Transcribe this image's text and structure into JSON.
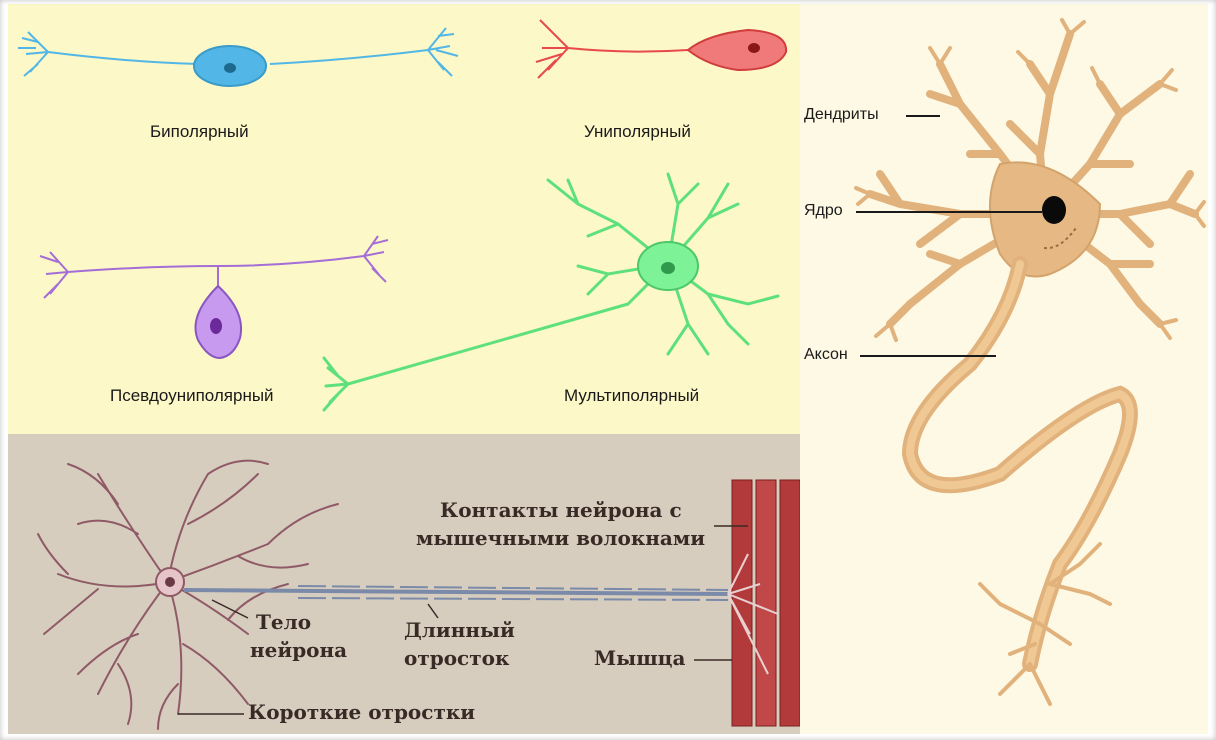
{
  "neuron_types": {
    "bipolar": "Биполярный",
    "unipolar": "Униполярный",
    "pseudounipolar": "Псевдоуниполярный",
    "multipolar": "Мультиполярный"
  },
  "motor_neuron": {
    "contacts_line1": "Контакты нейрона с",
    "contacts_line2": "мышечными волокнами",
    "body_line1": "Тело",
    "body_line2": "нейрона",
    "long_line1": "Длинный",
    "long_line2": "отросток",
    "muscle": "Мышца",
    "short": "Короткие отростки"
  },
  "anatomy": {
    "dendrites": "Дендриты",
    "nucleus": "Ядро",
    "axon": "Аксон"
  },
  "colors": {
    "bipolar": "#52b6e6",
    "unipolar": "#e84a4a",
    "pseudounipolar": "#a46ed6",
    "multipolar": "#5ee07c",
    "neuron_body": "#e6b984",
    "muscle": "#b23a3a"
  }
}
